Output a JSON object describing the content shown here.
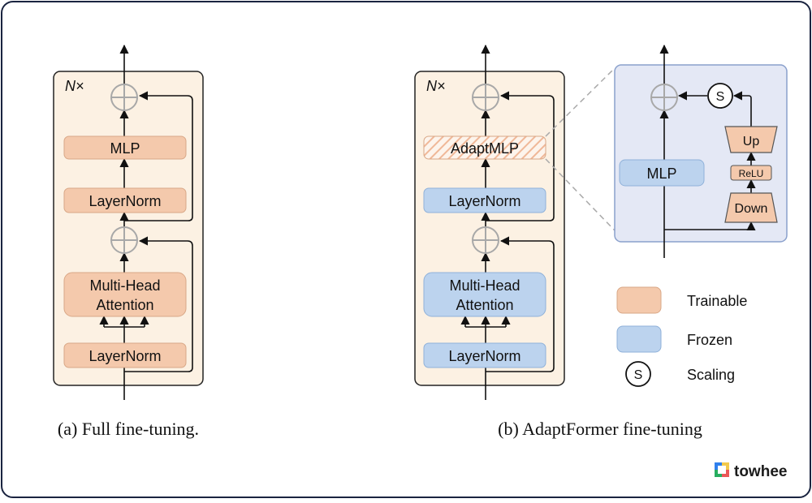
{
  "colors": {
    "trainable": "#f4c9ac",
    "trainable_border": "#d9a887",
    "frozen": "#bcd3ee",
    "frozen_border": "#8fb1d9",
    "block_bg": "#fcf1e3",
    "detail_bg": "#e4e8f5",
    "detail_border": "#8aa0cc",
    "arrow": "#111111",
    "plus": "#a8a8a8"
  },
  "left": {
    "repeat_label": "N×",
    "mlp": "MLP",
    "layernorm_top": "LayerNorm",
    "attention_line1": "Multi-Head",
    "attention_line2": "Attention",
    "layernorm_bottom": "LayerNorm",
    "caption": "(a) Full fine-tuning."
  },
  "right": {
    "repeat_label": "N×",
    "adaptmlp": "AdaptMLP",
    "layernorm_top": "LayerNorm",
    "attention_line1": "Multi-Head",
    "attention_line2": "Attention",
    "layernorm_bottom": "LayerNorm",
    "caption": "(b) AdaptFormer fine-tuning"
  },
  "detail": {
    "mlp": "MLP",
    "up": "Up",
    "relu": "ReLU",
    "down": "Down",
    "scale_symbol": "S"
  },
  "legend": {
    "trainable": "Trainable",
    "frozen": "Frozen",
    "scaling_symbol": "S",
    "scaling": "Scaling"
  },
  "brand": {
    "name": "towhee"
  }
}
